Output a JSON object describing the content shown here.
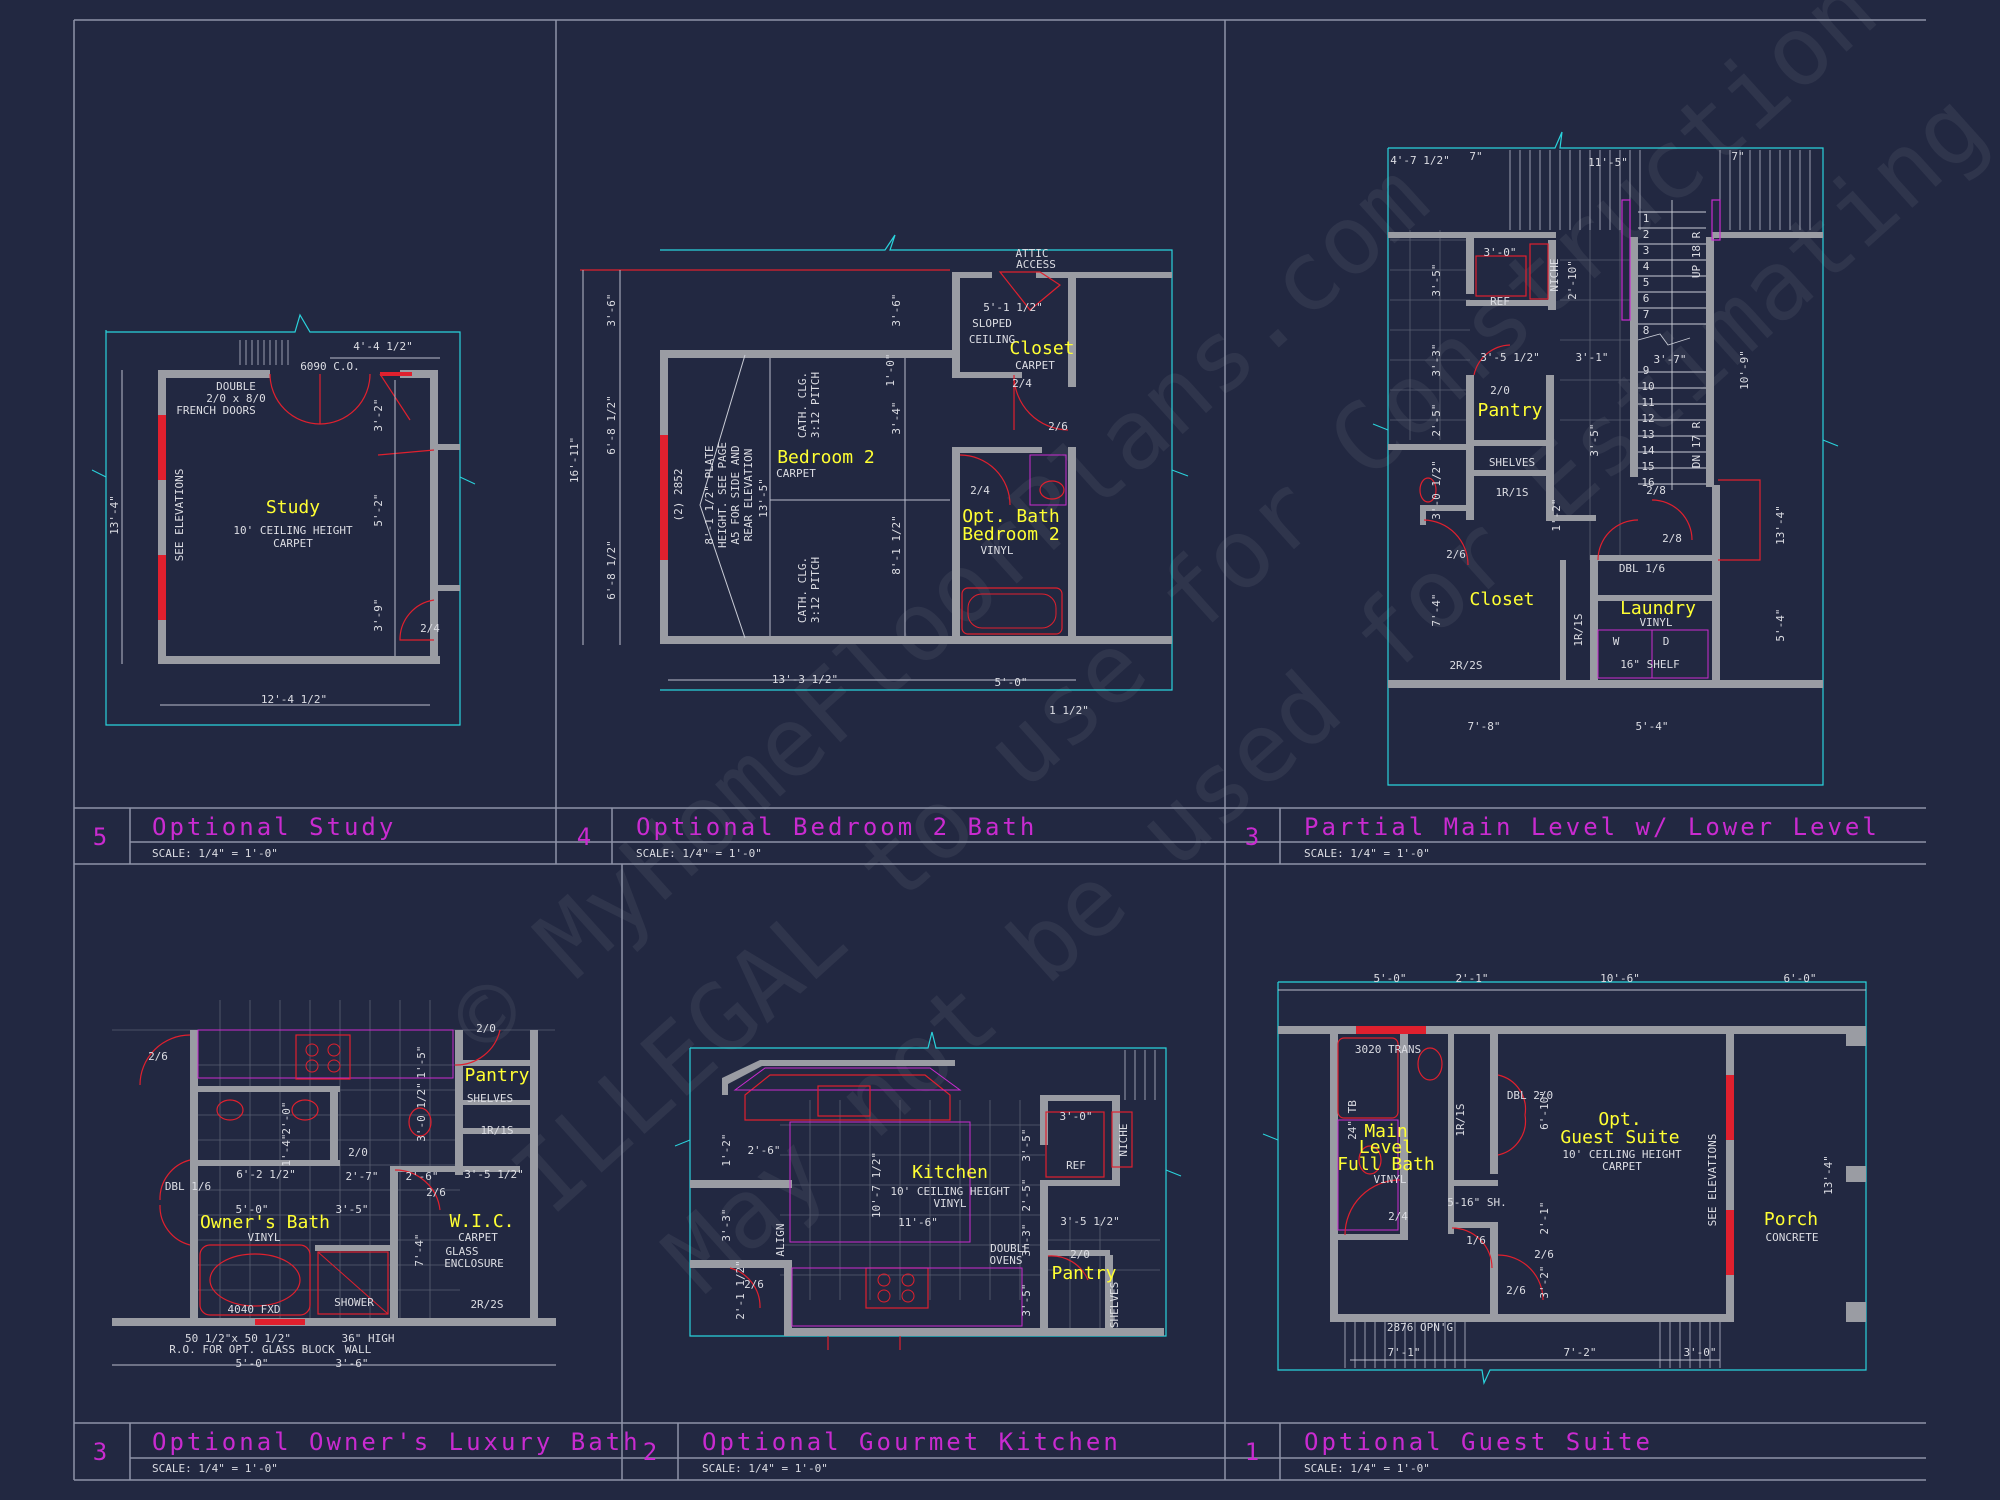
{
  "watermark": {
    "line1": "© MyHomeFloorPlans.com",
    "line2": "ILLEGAL to use for Construction",
    "line3": "May not be used for Estimating"
  },
  "panels": [
    {
      "number": "5",
      "title": "Optional Study",
      "scale": "SCALE: 1/4\" = 1'-0\""
    },
    {
      "number": "4",
      "title": "Optional Bedroom 2 Bath",
      "scale": "SCALE: 1/4\" = 1'-0\""
    },
    {
      "number": "3",
      "title": "Partial Main Level w/ Lower Level",
      "scale": "SCALE: 1/4\" = 1'-0\""
    },
    {
      "number": "3",
      "title": "Optional Owner's Luxury Bath",
      "scale": "SCALE: 1/4\" = 1'-0\""
    },
    {
      "number": "2",
      "title": "Optional Gourmet Kitchen",
      "scale": "SCALE: 1/4\" = 1'-0\""
    },
    {
      "number": "1",
      "title": "Optional Guest Suite",
      "scale": "SCALE: 1/4\" = 1'-0\""
    }
  ],
  "study": {
    "room": "Study",
    "ceiling": "10' CEILING HEIGHT",
    "floor": "CARPET",
    "doors1": "DOUBLE",
    "doors2": "2/0 x 8/0",
    "doors3": "FRENCH DOORS",
    "see": "SEE ELEVATIONS",
    "opening": "6090 C.O.",
    "d_top": "4'-4 1/2\"",
    "d_left": "13'-4\"",
    "d_bottom": "12'-4 1/2\"",
    "d_r1": "3'-2\"",
    "d_r2": "5'-2\"",
    "d_r3": "3'-9\"",
    "door": "2/4"
  },
  "bed2": {
    "room": "Bedroom 2",
    "floor": "CARPET",
    "bath1": "Opt. Bath",
    "bath2": "Bedroom 2",
    "bath_floor": "VINYL",
    "closet": "Closet",
    "closet_floor": "CARPET",
    "attic1": "ATTIC",
    "attic2": "ACCESS",
    "sloped1": "SLOPED",
    "sloped2": "CEILING",
    "cath1a": "CATH. CLG.",
    "cath1b": "3:12 PITCH",
    "cath2a": "CATH. CLG.",
    "cath2b": "3:12 PITCH",
    "plate1": "8'-1 1/2\" PLATE",
    "plate2": "HEIGHT. SEE PAGE",
    "plate3": "A5 FOR SIDE AND",
    "plate4": "REAR ELEVATION",
    "window": "(2) 2852",
    "d_left_total": "16'-11\"",
    "d_l1": "3'-6\"",
    "d_l2": "6'-8 1/2\"",
    "d_l3": "6'-8 1/2\"",
    "d_in1": "3'-6\"",
    "d_in2": "1'-0\"",
    "d_in3": "3'-4\"",
    "d_in4": "8'-1 1/2\"",
    "d_in5": "13'-5\"",
    "d_bottom": "13'-3 1/2\"",
    "d_bottom2": "5'-0\"",
    "d_bottom3": "1 1/2\"",
    "d_closet": "5'-1 1/2\"",
    "door_closet": "2/4",
    "door_bath": "2/4",
    "door_2": "2/6"
  },
  "lower": {
    "pantry": "Pantry",
    "shelves": "SHELVES",
    "shelf_code": "1R/1S",
    "closet": "Closet",
    "laundry": "Laundry",
    "laundry_floor": "VINYL",
    "ref": "REF",
    "niche": "NICHE",
    "dbl": "DBL 1/6",
    "shelf": "16\" SHELF",
    "w": "W",
    "d": "D",
    "shelves_2r": "2R/2S",
    "shelf_vert": "1R/1S",
    "up": "UP 18 R",
    "dn": "DN 17 R",
    "steps": [
      "1",
      "2",
      "3",
      "4",
      "5",
      "6",
      "7",
      "8",
      "9",
      "10",
      "11",
      "12",
      "13",
      "14",
      "15",
      "16"
    ],
    "d_top1": "4'-7 1/2\"",
    "d_top2": "7\"",
    "d_top3": "11'-5\"",
    "d_top4": "7\"",
    "d_right": "10'-9\"",
    "d_right2": "13'-4\"",
    "d_right3": "5'-4\"",
    "d_bottom1": "7'-8\"",
    "d_bottom2": "5'-4\"",
    "d_a": "3'-0\"",
    "d_b": "2'-10\"",
    "d_c": "3'-5 1/2\"",
    "d_d": "3'-1\"",
    "d_e": "3'-7\"",
    "d_f": "3'-5\"",
    "d_g": "2'-5\"",
    "d_h": "3'-0 1/2\"",
    "d_i": "7'-4\"",
    "d_j": "1'-2\"",
    "d_k": "3'-5\"",
    "d_l": "3'-3\"",
    "door_a": "2/0",
    "door_b": "2/6",
    "door_c": "2/8",
    "door_d": "2/8"
  },
  "owner": {
    "bath": "Owner's Bath",
    "bath_floor": "VINYL",
    "pantry": "Pantry",
    "shelves": "SHELVES",
    "shelf_code": "1R/1S",
    "wic": "W.I.C.",
    "wic_floor": "CARPET",
    "glass1": "GLASS",
    "glass2": "ENCLOSURE",
    "shower": "SHOWER",
    "fxd": "4040 FXD",
    "dbl": "DBL 1/6",
    "shelf2": "2R/2S",
    "note1": "50 1/2\"x 50 1/2\"",
    "note2": "R.O. FOR OPT. GLASS BLOCK",
    "note3": "36\" HIGH",
    "note4": "WALL",
    "d1": "6'-2 1/2\"",
    "d2": "2'-7\"",
    "d3": "2'-6\"",
    "d4": "3'-5 1/2\"",
    "d5": "5'-0\"",
    "d6": "3'-5\"",
    "d7": "5'-0\"",
    "d8": "3'-6\"",
    "d9": "2'-0\"",
    "d10": "1'-4\"",
    "d11": "1'-5\"",
    "d12": "3'-0 1/2\"",
    "d13": "7'-4\"",
    "door1": "2/6",
    "door2": "2/0",
    "door3": "2/0",
    "door4": "2/6"
  },
  "kitchen": {
    "room": "Kitchen",
    "ceiling": "10' CEILING HEIGHT",
    "floor": "VINYL",
    "pantry": "Pantry",
    "ovens1": "DOUBLE",
    "ovens2": "OVENS",
    "ref": "REF",
    "niche": "NICHE",
    "shelves": "SHELVES",
    "align": "ALIGN",
    "d1": "1'-2\"",
    "d2": "2'-6\"",
    "d3": "3'-0\"",
    "d4": "3'-5\"",
    "d5": "10'-7 1/2\"",
    "d6": "11'-6\"",
    "d7": "3'-5 1/2\"",
    "d8": "2'-5\"",
    "d9": "3'-3\"",
    "d10": "3'-3\"",
    "d11": "2'-1 1/2\"",
    "d12": "3'-5\"",
    "door1": "2/6",
    "door2": "2/0"
  },
  "guest": {
    "suite1": "Opt.",
    "suite2": "Guest Suite",
    "ceiling": "10' CEILING HEIGHT",
    "floor": "CARPET",
    "bath1": "Main",
    "bath2": "Level",
    "bath3": "Full Bath",
    "bath_floor": "VINYL",
    "porch": "Porch",
    "porch_floor": "CONCRETE",
    "see": "SEE ELEVATIONS",
    "trans": "3020 TRANS",
    "opng": "2876 OPN'G",
    "dbl": "DBL 2/0",
    "shelf": "5-16\" SH.",
    "tb": "24\" TB",
    "shelf_code": "1R/1S",
    "d_top1": "5'-0\"",
    "d_top2": "2'-1\"",
    "d_top3": "10'-6\"",
    "d_top4": "6'-0\"",
    "d_bot1": "7'-1\"",
    "d_bot2": "7'-2\"",
    "d_bot3": "3'-0\"",
    "d_right": "13'-4\"",
    "d_a": "6'-10\"",
    "d_b": "2'-1\"",
    "d_c": "3'-2\"",
    "door1": "2/4",
    "door2": "1/6",
    "door3": "2/6",
    "door4": "2/6"
  }
}
